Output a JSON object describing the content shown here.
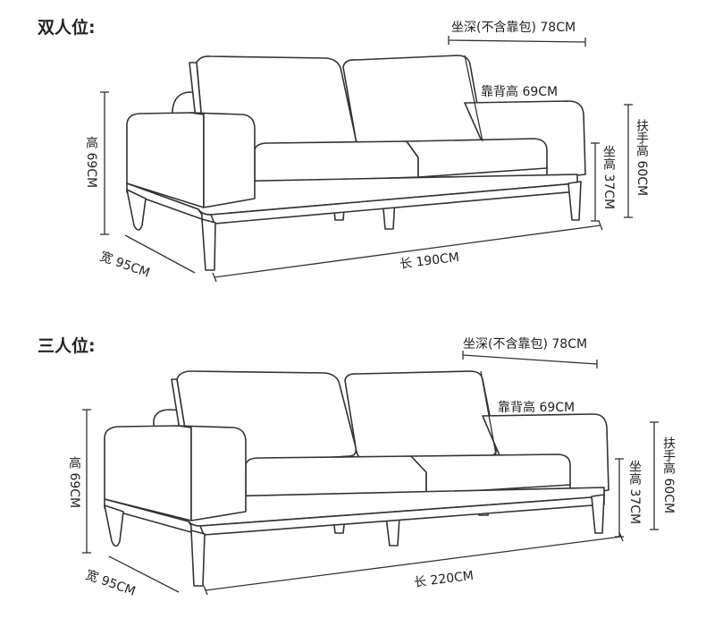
{
  "diagrams": [
    {
      "title": "双人位:",
      "seat_depth": "坐深(不含靠包) 78CM",
      "back_height": "靠背高 69CM",
      "armrest_height": "扶手高 60CM",
      "seat_height": "坐高 37CM",
      "height": "高 69CM",
      "width": "宽 95CM",
      "length": "长 190CM"
    },
    {
      "title": "三人位:",
      "seat_depth": "坐深(不含靠包) 78CM",
      "back_height": "靠背高 69CM",
      "armrest_height": "扶手高 60CM",
      "seat_height": "坐高 37CM",
      "height": "高 69CM",
      "width": "宽 95CM",
      "length": "长 220CM"
    }
  ]
}
